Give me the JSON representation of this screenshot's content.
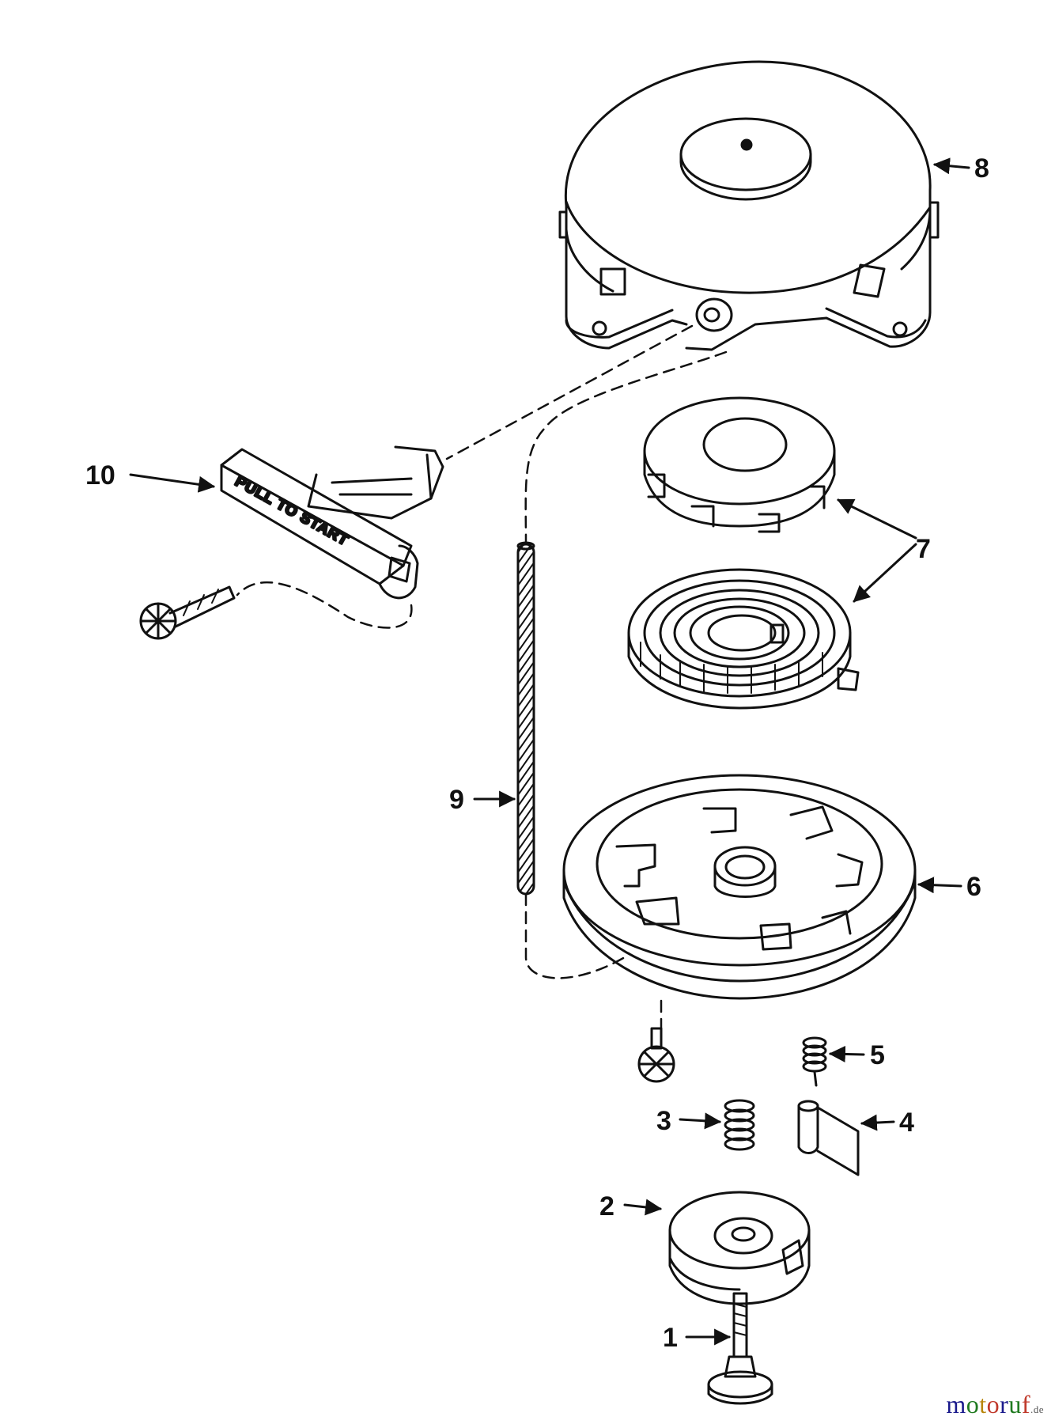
{
  "colors": {
    "line": "#111111",
    "background": "#ffffff"
  },
  "callouts": [
    "1",
    "2",
    "3",
    "4",
    "5",
    "6",
    "7",
    "8",
    "9",
    "10"
  ],
  "handle_text": "PULL TO START",
  "watermark": {
    "letters": [
      {
        "ch": "m",
        "color": "#1a1a8c"
      },
      {
        "ch": "o",
        "color": "#1f7a1f"
      },
      {
        "ch": "t",
        "color": "#b8860b"
      },
      {
        "ch": "o",
        "color": "#c0392b"
      },
      {
        "ch": "r",
        "color": "#1a1a8c"
      },
      {
        "ch": "u",
        "color": "#1f7a1f"
      },
      {
        "ch": "f",
        "color": "#c0392b"
      }
    ],
    "suffix": ".de"
  }
}
